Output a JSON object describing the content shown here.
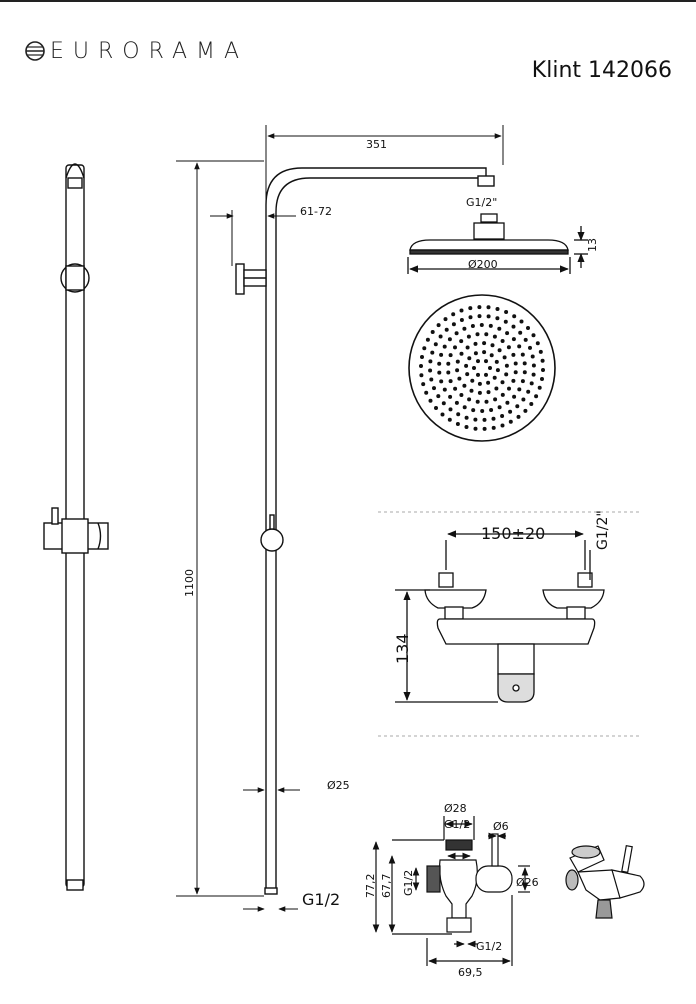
{
  "header": {
    "brand": "EURORAMA",
    "model": "Klint 142066"
  },
  "dimensions": {
    "arm_length": "351",
    "arm_offset": "61-72",
    "head_connection": "G1/2\"",
    "head_height": "13",
    "head_diameter": "Ø200",
    "riser_height": "1100",
    "pipe_diameter": "Ø25",
    "inlet_thread": "G1/2",
    "mixer_spacing": "150±20",
    "mixer_thread": "G1/2\"",
    "mixer_height": "134",
    "diverter_top_diameter": "Ø28",
    "diverter_top_thread": "G1/2",
    "diverter_pin_diameter": "Ø6",
    "diverter_height_outer": "77,2",
    "diverter_height_inner": "67,7",
    "diverter_side_thread": "G1/2",
    "diverter_body_diameter": "Ø26",
    "diverter_bottom_thread": "G1/2",
    "diverter_width": "69,5"
  }
}
